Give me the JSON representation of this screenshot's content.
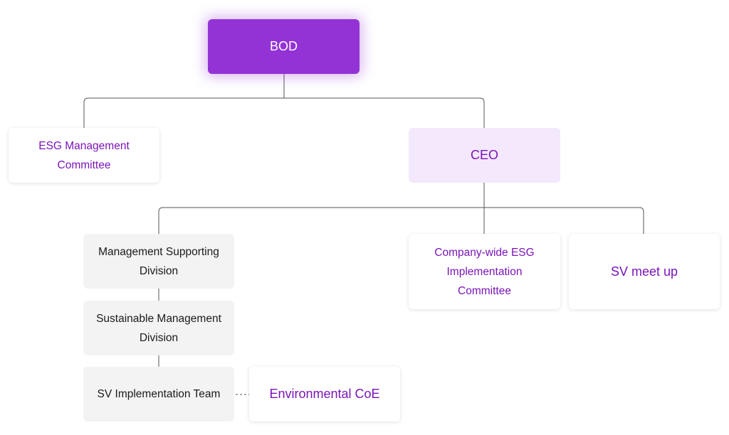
{
  "org_chart": {
    "bod": "BOD",
    "ceo": "CEO",
    "esg_management_committee": "ESG Management Committee",
    "management_supporting_division": "Management Supporting Division",
    "sustainable_management_division": "Sustainable Management Division",
    "sv_implementation_team": "SV Implementation Team",
    "environmental_coe": "Environmental CoE",
    "company_wide_esg_committee": "Company-wide ESG Implementation Committee",
    "sv_meet_up": "SV meet up"
  },
  "colors": {
    "bod_fill": "#9333d6",
    "ceo_fill": "#f4e8fc",
    "accent_text": "#7a14b8",
    "grey_fill": "#f3f3f3",
    "connector": "#555555"
  }
}
